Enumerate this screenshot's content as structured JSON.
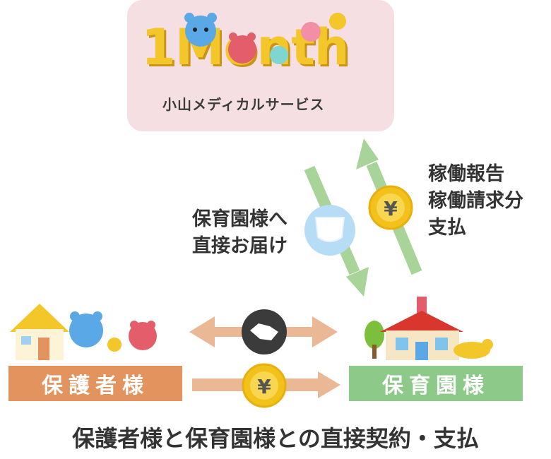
{
  "logo": {
    "brand": "1Month",
    "company": "小山メディカルサービス"
  },
  "delivery_note": {
    "line1": "保育園様へ",
    "line2": "直接お届け"
  },
  "report_note": {
    "line1": "稼働報告",
    "line2": "稼働請求分",
    "line3": "支払"
  },
  "guardian": {
    "label": "保護者様"
  },
  "nursery": {
    "label": "保育園様"
  },
  "yen_symbol": "¥",
  "caption": "保護者様と保育園様との直接契約・支払",
  "colors": {
    "logo_bg": "#f5dfe2",
    "guardian": "#e3935e",
    "nursery": "#8dca8a",
    "arrow_green": "#a8d49a",
    "arrow_peach": "#eab895",
    "coin": "#f2c21b",
    "diaper_circle": "#b7dcf5"
  },
  "icons": [
    "house-icon",
    "bear-family-icon",
    "diaper-icon",
    "handshake-icon",
    "yen-coin-icon",
    "nursery-building-icon",
    "giraffe-icon",
    "tree-icon"
  ]
}
